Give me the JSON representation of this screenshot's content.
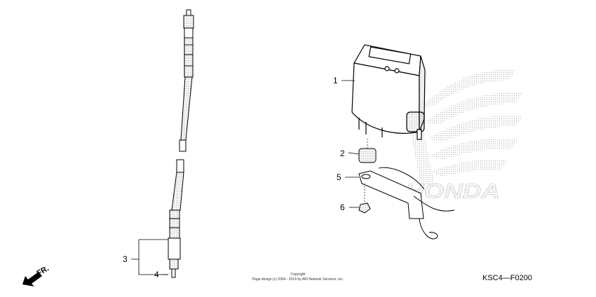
{
  "callouts": {
    "c1": "1",
    "c2": "2",
    "c3": "3",
    "c4": "4",
    "c5": "5",
    "c6": "6"
  },
  "direction_marker": "FR.",
  "copyright": {
    "line1": "Copyright",
    "line2": "Page design (c) 2004 - 2014 by ARI Network Services, Inc."
  },
  "diagram_code": "KSC4—F0200",
  "watermark_logo": "HONDA",
  "colors": {
    "line": "#000000",
    "watermark": "#cfcfcf",
    "background": "#ffffff"
  }
}
